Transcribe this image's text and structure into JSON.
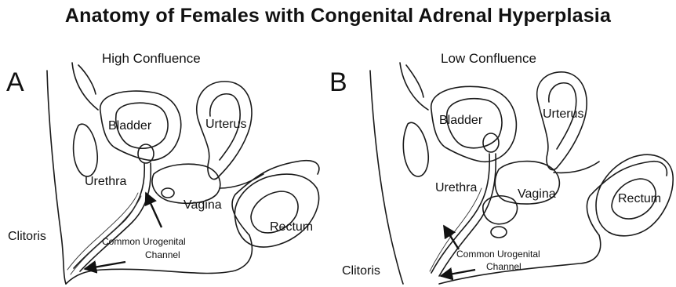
{
  "title": "Anatomy of Females with Congenital Adrenal Hyperplasia",
  "panels": [
    {
      "letter": "A",
      "heading": "High Confluence",
      "labels": {
        "bladder": "Bladder",
        "uterus": "Urterus",
        "urethra": "Urethra",
        "vagina": "Vagina",
        "rectum": "Rectum",
        "clitoris": "Clitoris",
        "channel_line1": "Common Urogenital",
        "channel_line2": "Channel"
      }
    },
    {
      "letter": "B",
      "heading": "Low Confluence",
      "labels": {
        "bladder": "Bladder",
        "uterus": "Urterus",
        "urethra": "Urethra",
        "vagina": "Vagina",
        "rectum": "Rectum",
        "clitoris": "Clitoris",
        "channel_line1": "Common Urogenital",
        "channel_line2": "Channel"
      }
    }
  ]
}
